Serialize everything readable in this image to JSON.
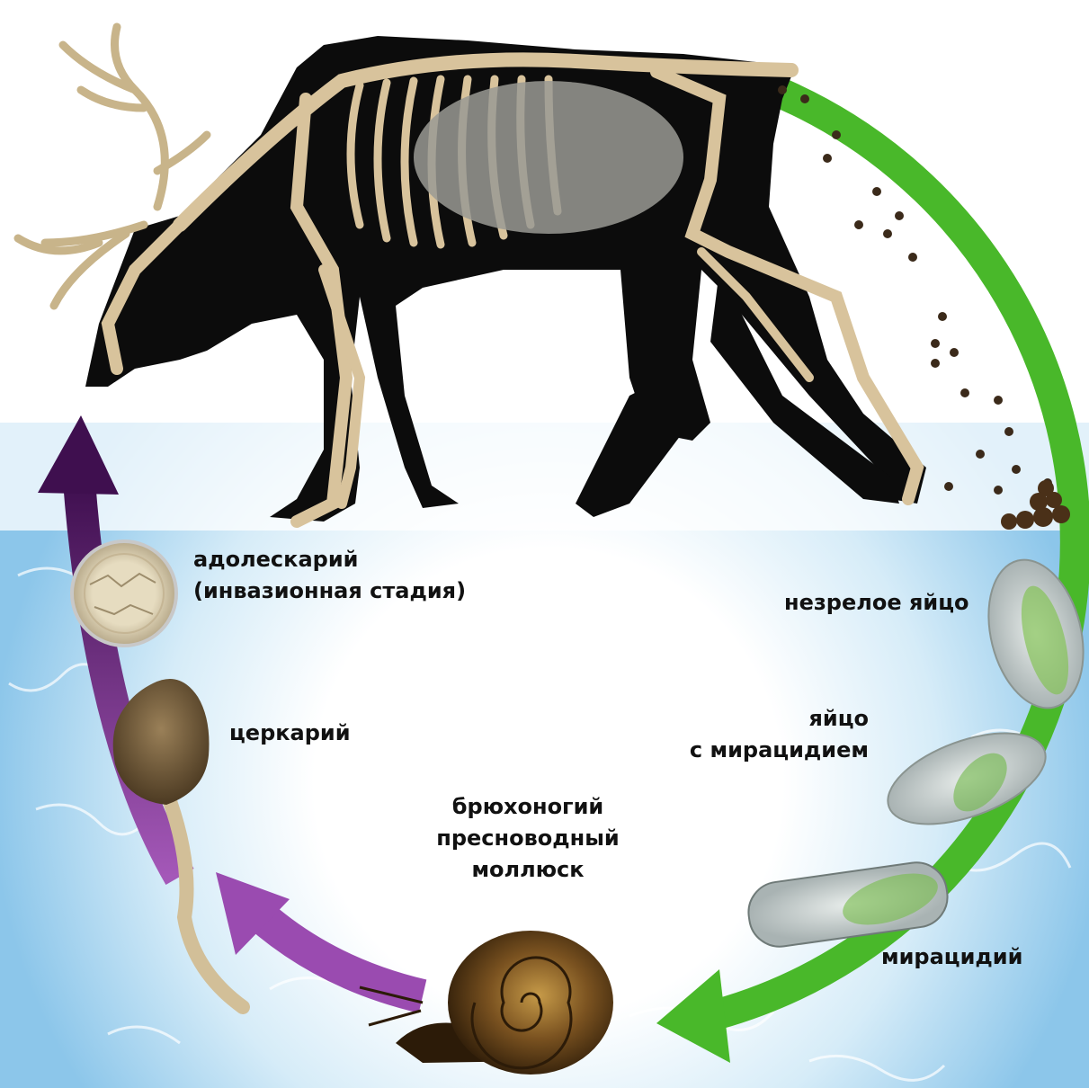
{
  "labels": {
    "adolescariae": [
      "адолескарий",
      "(инвазионная стадия)"
    ],
    "cercaria": "церкарий",
    "snail": [
      "брюхоногий",
      "пресноводный",
      "моллюск"
    ],
    "immature_egg": "незрелое яйцо",
    "egg_with_miracidium": [
      "яйцо",
      "с мирацидием"
    ],
    "miracidium": "мирацидий"
  },
  "colors": {
    "host_arrow": "#49b82a",
    "intermediate_arrow_light": "#9a4bb0",
    "intermediate_arrow_dark": "#4a1456",
    "water": "#bfe0f2",
    "silhouette": "#0c0c0c",
    "bone": "#d8c39c"
  }
}
